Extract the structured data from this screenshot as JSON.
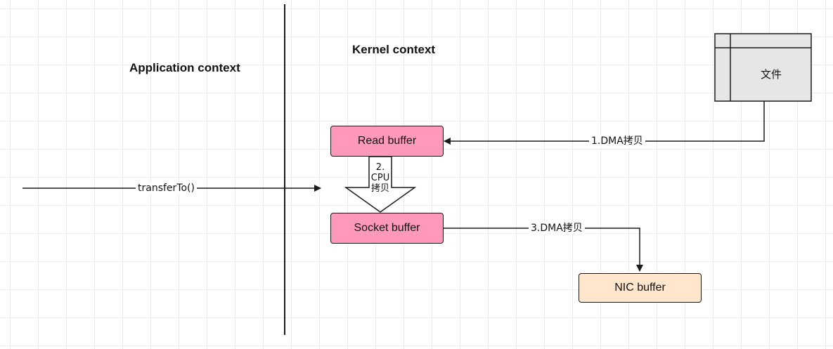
{
  "diagram": {
    "application_context_label": "Application context",
    "kernel_context_label": "Kernel context",
    "nodes": {
      "file": {
        "label": "文件",
        "fill": "#e6e6e6"
      },
      "read_buffer": {
        "label": "Read buffer",
        "fill": "#ff99bb"
      },
      "socket_buffer": {
        "label": "Socket buffer",
        "fill": "#ff99bb"
      },
      "nic_buffer": {
        "label": "NIC buffer",
        "fill": "#ffe6cc"
      }
    },
    "edges": {
      "transfer": {
        "label": "transferTo()"
      },
      "dma_read": {
        "label": "1.DMA拷贝"
      },
      "cpu_copy": {
        "line1": "2.",
        "line2": "CPU",
        "line3": "拷贝"
      },
      "dma_send": {
        "label": "3.DMA拷贝"
      }
    }
  }
}
